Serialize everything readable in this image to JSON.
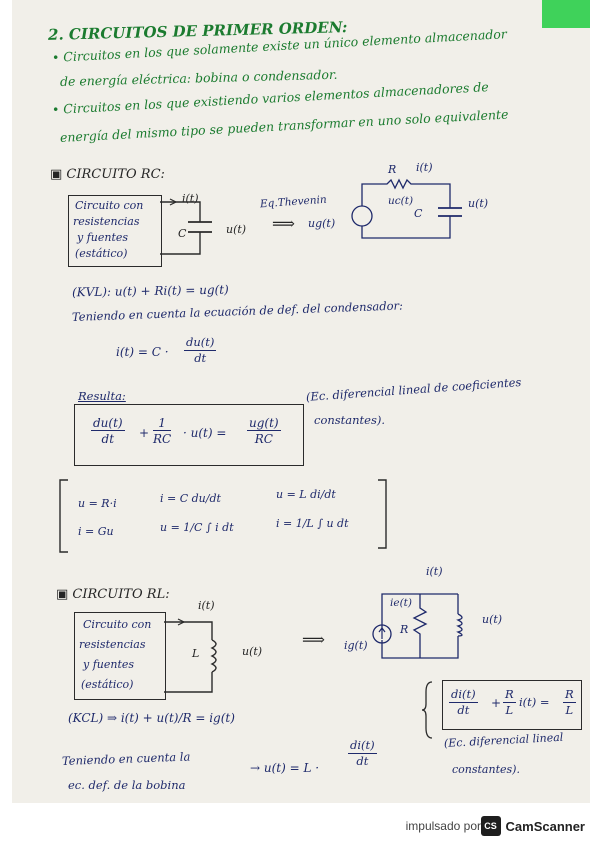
{
  "heading": "2. CIRCUITOS DE PRIMER ORDEN:",
  "bullets": [
    "• Circuitos en los que solamente existe un único elemento almacenador",
    "de energía eléctrica: bobina o condensador.",
    "• Circuitos en los que existiendo varios elementos almacenadores de",
    "energía del mismo tipo se pueden transformar en uno solo equivalente"
  ],
  "rc": {
    "title": "▣ CIRCUITO RC:",
    "box_lines": [
      "Circuito con",
      "resistencias",
      "y fuentes",
      "(estático)"
    ],
    "i_label": "i(t)",
    "c_label": "C",
    "u_label": "u(t)",
    "thevenin": "Eq.Thevenin",
    "ug_label": "ug(t)",
    "r_label": "R",
    "it_label": "i(t)",
    "uc_label": "uc(t)",
    "c2_label": "C",
    "u2_label": "u(t)",
    "kvl": "(KVL): u(t) + Ri(t) = ug(t)",
    "teniendo": "Teniendo en cuenta la ecuación de def. del condensador:",
    "eq_i_lhs": "i(t) = C ·",
    "eq_i_num": "du(t)",
    "eq_i_den": "dt",
    "resulta": "Resulta:",
    "res_num1": "du(t)",
    "res_den1": "dt",
    "res_plus": "+",
    "res_num2": "1",
    "res_den2": "RC",
    "res_mid": "· u(t) =",
    "res_num3": "ug(t)",
    "res_den3": "RC",
    "ec_note_1": "(Ec. diferencial lineal de coeficientes",
    "ec_note_2": "constantes)."
  },
  "formulas": {
    "f1": "u = R·i",
    "f2": "i = C du/dt",
    "f3": "u = L di/dt",
    "f4": "i = Gu",
    "f5": "u = 1/C ∫ i dt",
    "f6": "i = 1/L ∫ u dt"
  },
  "rl": {
    "title": "▣ CIRCUITO RL:",
    "box_lines": [
      "Circuito con",
      "resistencias",
      "y fuentes",
      "(estático)"
    ],
    "i_label": "i(t)",
    "l_label": "L",
    "u_label": "u(t)",
    "it_top": "i(t)",
    "ie_label": "ie(t)",
    "ig_label": "ig(t)",
    "r_label": "R",
    "u2_label": "u(t)",
    "kcl": "(KCL) ⇒ i(t) + u(t)/R = ig(t)",
    "teniendo_1": "Teniendo en cuenta la",
    "teniendo_2": "ec. def. de la bobina",
    "eq_u_lhs": "→ u(t) = L ·",
    "eq_u_num": "di(t)",
    "eq_u_den": "dt",
    "res_num1": "di(t)",
    "res_den1": "dt",
    "res_plus": "+",
    "res_num2": "R",
    "res_den2": "L",
    "res_mid": "i(t) =",
    "res_num3": "R",
    "res_den3": "L",
    "ec_note_1": "(Ec. diferencial lineal",
    "ec_note_2": "constantes)."
  },
  "footer": {
    "powered": "impulsado por",
    "brand_icon": "CS",
    "brand": "CamScanner"
  }
}
